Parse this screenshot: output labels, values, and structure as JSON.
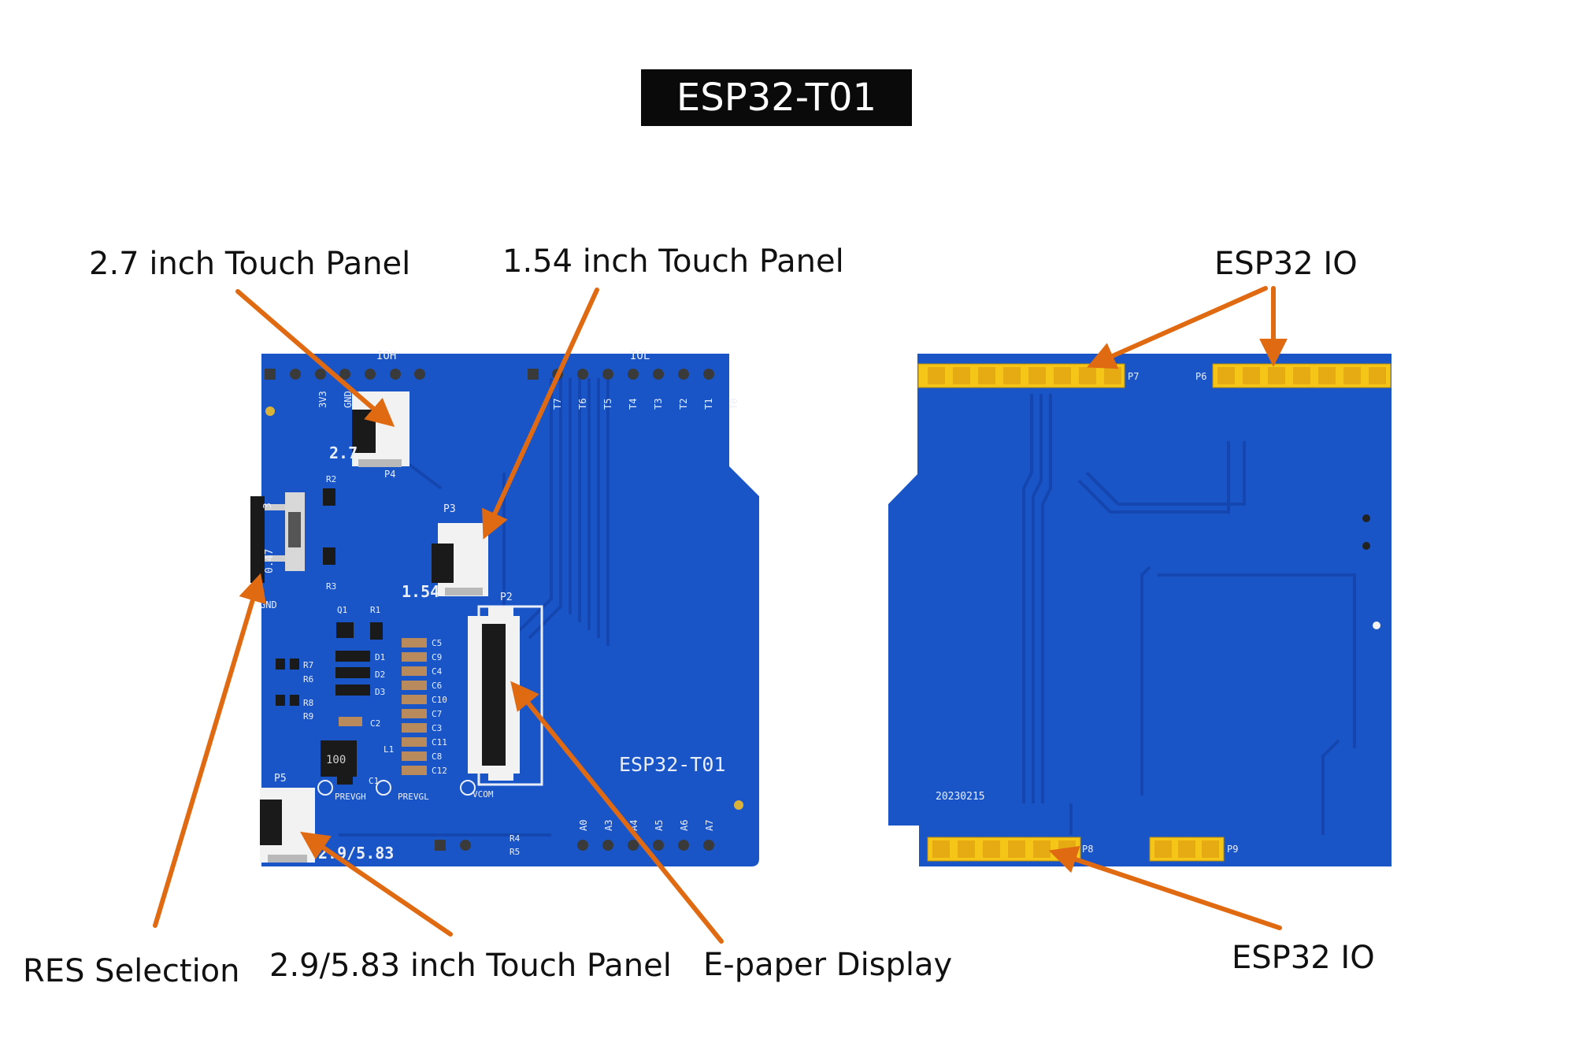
{
  "title": "ESP32-T01",
  "labels": {
    "touch27": "2.7 inch Touch Panel",
    "touch154": "1.54 inch Touch Panel",
    "esp32io_top": "ESP32 IO",
    "res_selection": "RES Selection",
    "touch29": "2.9/5.83 inch Touch Panel",
    "epaper": "E-paper Display",
    "esp32io_bottom": "ESP32 IO"
  },
  "front_silk": {
    "board_name": "ESP32-T01",
    "p2": "P2",
    "p3": "P3",
    "p4": "P4",
    "p5": "P5",
    "size154": "1.54",
    "size27": "2.7",
    "size29": "2.9/5.83",
    "ioh": "IOH",
    "iol": "IOL",
    "t_pins": [
      "T7",
      "T6",
      "T5",
      "T4",
      "T3",
      "T2",
      "T1",
      "T0"
    ],
    "a_pins": [
      "A0",
      "A3",
      "A4",
      "A5",
      "A6",
      "A7"
    ],
    "top_left_pins": [
      "3V3",
      "GND"
    ],
    "gnd": "GND",
    "prevgh": "PREVGH",
    "prevgl": "PREVGL",
    "vcom": "VCOM",
    "res_values": [
      "0.47",
      "3"
    ],
    "diodes": [
      "D1",
      "D2",
      "D3"
    ],
    "resistors": [
      "R1",
      "R2",
      "R3",
      "R4",
      "R5",
      "R6",
      "R7",
      "R8",
      "R9"
    ],
    "caps": [
      "C5",
      "C9",
      "C4",
      "C6",
      "C10",
      "C7",
      "C3",
      "C11",
      "C8",
      "C12"
    ],
    "misc": [
      "Q1",
      "L1",
      "C1",
      "C2"
    ],
    "inductor": "100"
  },
  "back_silk": {
    "date": "20230215",
    "p6": "P6",
    "p7": "P7",
    "p8": "P8",
    "p9": "P9"
  },
  "colors": {
    "board": "#1a55c8",
    "board_dark": "#1546b0",
    "header": "#f5c518",
    "arrow": "#e06a12",
    "connector": "#f2f2f2"
  }
}
